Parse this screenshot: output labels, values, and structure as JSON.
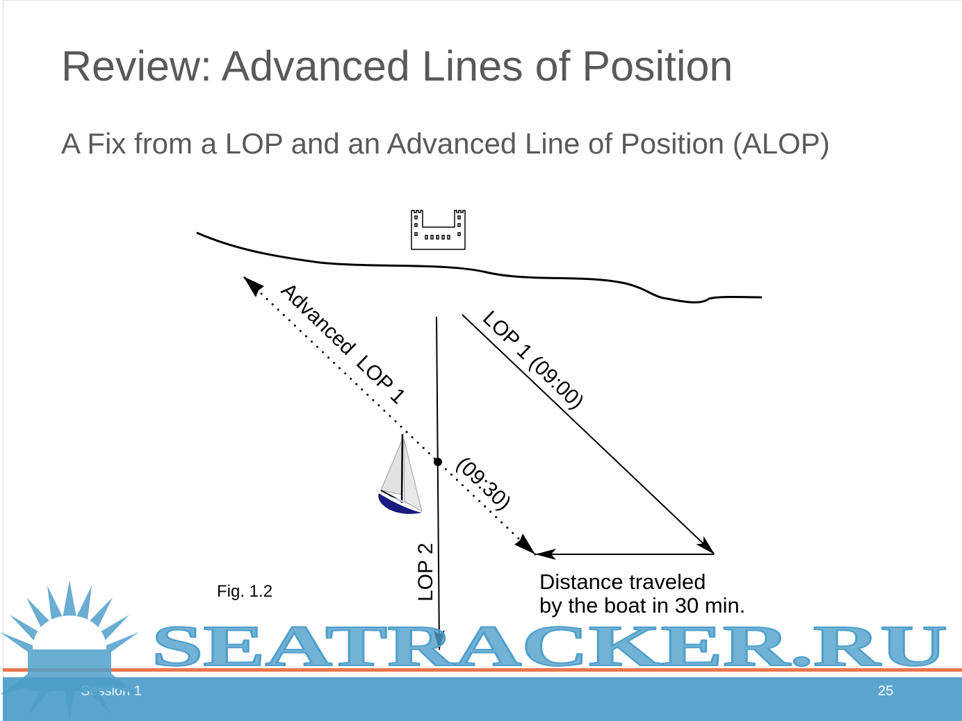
{
  "slide": {
    "title": "Review: Advanced Lines of Position",
    "subtitle": "A Fix from a LOP and an Advanced Line of Position (ALOP)"
  },
  "diagram": {
    "advanced_lop_label": "Advanced  LOP 1",
    "lop1_label": "LOP 1 (09:00)",
    "time_label": "(09:30)",
    "lop2_label": "LOP 2",
    "distance_label_line1": "Distance traveled",
    "distance_label_line2": "by the boat in 30 min.",
    "figure_label": "Fig. 1.2"
  },
  "footer": {
    "session": "Session 1",
    "page_number": "25"
  },
  "watermark": {
    "text": "SEATRACKER.RU",
    "color": "#5aa5d0"
  }
}
